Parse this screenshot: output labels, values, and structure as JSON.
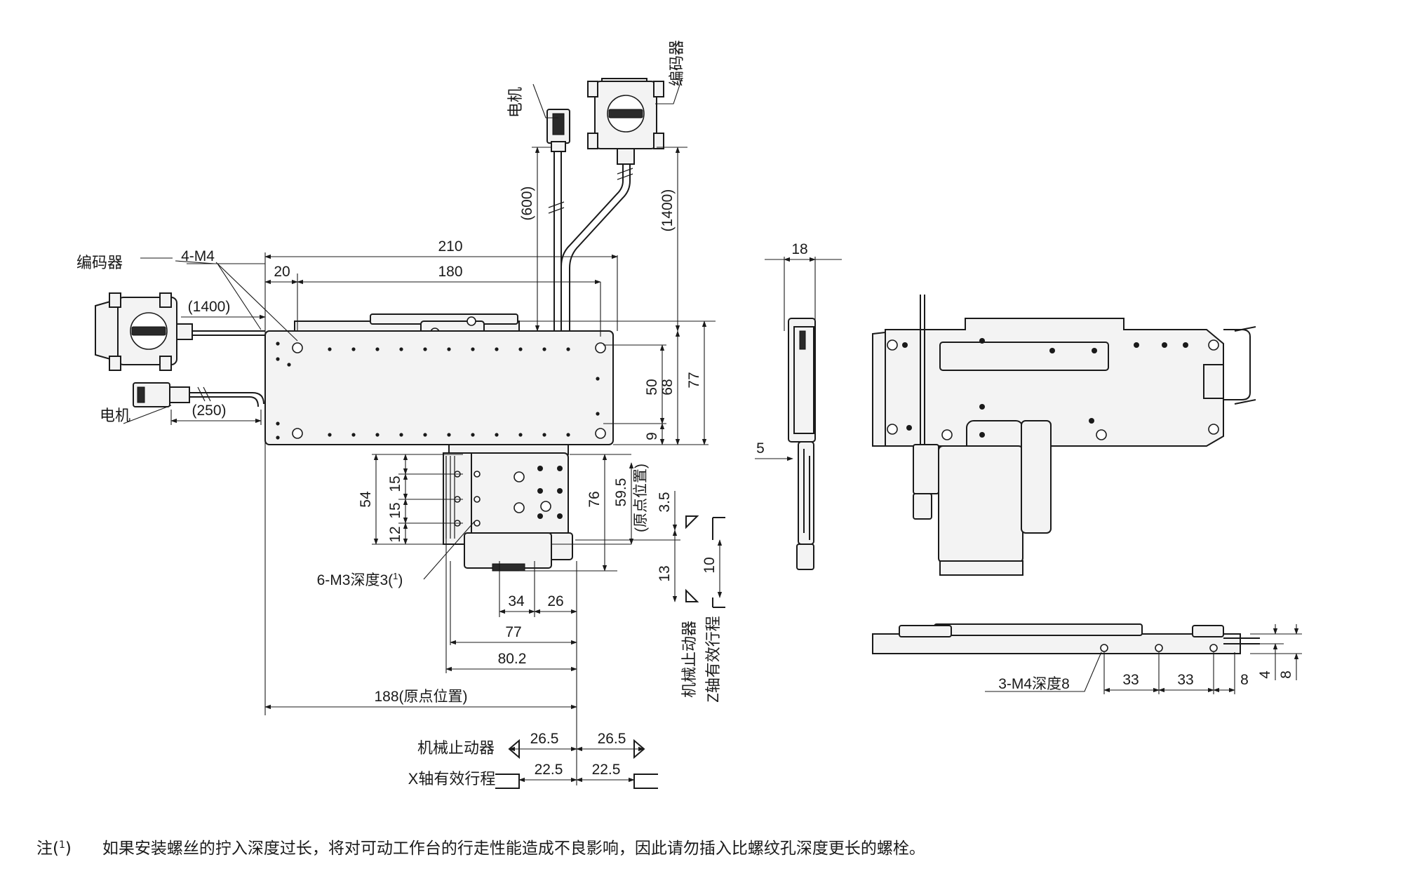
{
  "labels": {
    "encoder_top": "编码器",
    "motor_top": "电机",
    "encoder_left": "编码器",
    "motor_left": "电机",
    "m4": "4-M4",
    "m3": "6-M3深度3(",
    "m3_sup": "1",
    "m3_close": ")",
    "m4_side": "3-M4深度8",
    "stopper_z": "机械止动器",
    "stroke_z": "Z轴有效行程",
    "stopper_x": "机械止动器",
    "stroke_x": "X轴有效行程",
    "origin_note": "(原点位置)"
  },
  "dimensions": {
    "d210": "210",
    "d20": "20",
    "d180": "180",
    "d1400_left": "(1400)",
    "d250": "(250)",
    "d600": "(600)",
    "d1400_top": "(1400)",
    "d50": "50",
    "d68": "68",
    "d77v": "77",
    "d9": "9",
    "d76": "76",
    "d59_5": "59.5",
    "d3_5": "3.5",
    "d13": "13",
    "d10": "10",
    "d54": "54",
    "d15a": "15",
    "d15b": "15",
    "d12": "12",
    "d34": "34",
    "d26": "26",
    "d77h": "77",
    "d80_2": "80.2",
    "d188": "188(原点位置)",
    "d26_5a": "26.5",
    "d26_5b": "26.5",
    "d22_5a": "22.5",
    "d22_5b": "22.5",
    "d18": "18",
    "d5": "5",
    "d33a": "33",
    "d33b": "33",
    "d8h": "8",
    "d4v": "4",
    "d8v": "8"
  },
  "note": {
    "prefix": "注(",
    "sup": "1",
    "close": ")",
    "text": "如果安装螺丝的拧入深度过长，将对可动工作台的行走性能造成不良影响，因此请勿插入比螺纹孔深度更长的螺栓。"
  }
}
